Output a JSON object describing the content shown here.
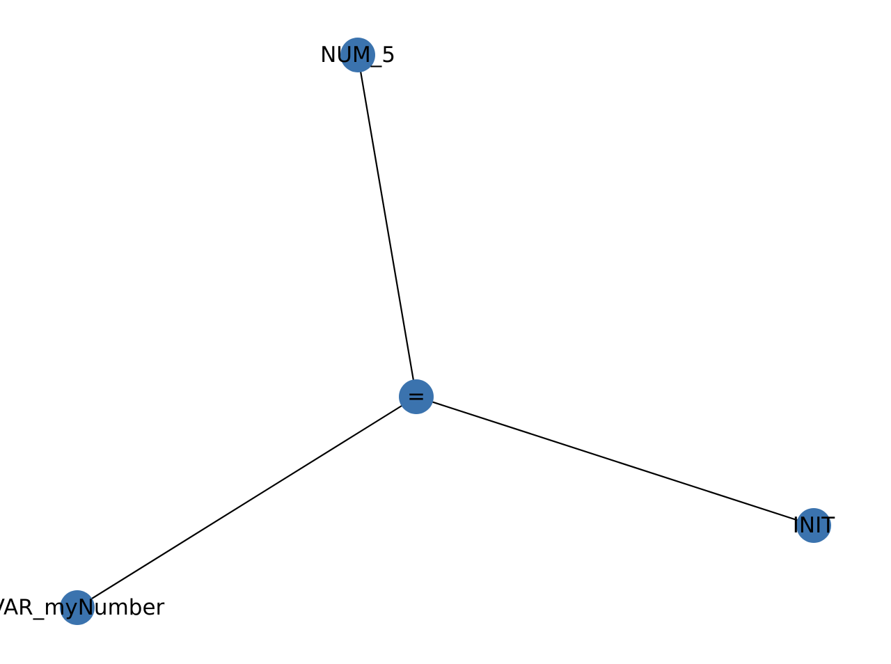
{
  "graph": {
    "node_color": "#3b73ae",
    "edge_color": "#000000",
    "nodes": [
      {
        "id": "eq",
        "label": "="
      },
      {
        "id": "num5",
        "label": "NUM_5"
      },
      {
        "id": "init",
        "label": "INIT"
      },
      {
        "id": "var",
        "label": "VAR_myNumber"
      }
    ],
    "edges": [
      {
        "source": "eq",
        "target": "num5"
      },
      {
        "source": "eq",
        "target": "init"
      },
      {
        "source": "eq",
        "target": "var"
      }
    ]
  }
}
